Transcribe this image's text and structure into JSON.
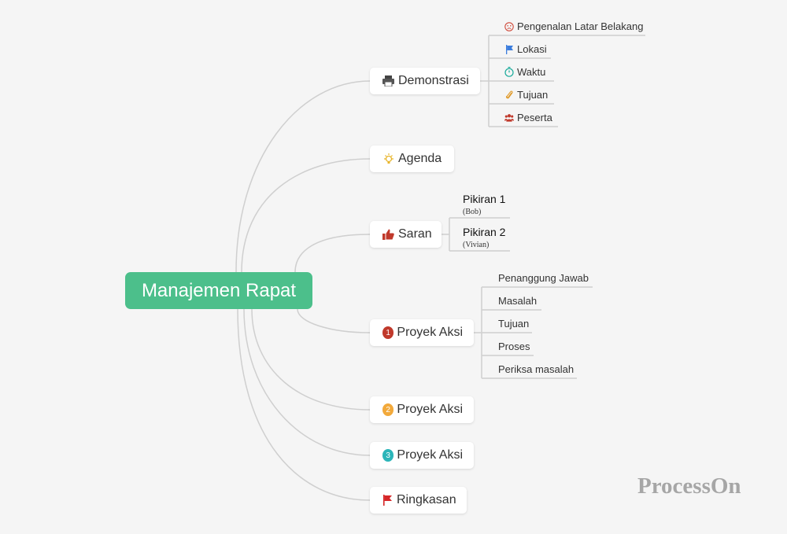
{
  "root": {
    "label": "Manajemen Rapat"
  },
  "branches": [
    {
      "label": "Demonstrasi",
      "icon": "printer-icon"
    },
    {
      "label": "Agenda",
      "icon": "lightbulb-icon"
    },
    {
      "label": "Saran",
      "icon": "thumbs-up-icon"
    },
    {
      "label": "Proyek Aksi",
      "icon": "priority-1-icon",
      "badge": "1",
      "badge_color": "#c0392b"
    },
    {
      "label": "Proyek Aksi",
      "icon": "priority-2-icon",
      "badge": "2",
      "badge_color": "#f2a93b"
    },
    {
      "label": "Proyek Aksi",
      "icon": "priority-3-icon",
      "badge": "3",
      "badge_color": "#2bb5b9"
    },
    {
      "label": "Ringkasan",
      "icon": "red-flag-icon"
    }
  ],
  "demonstrasi_items": [
    {
      "label": "Pengenalan Latar Belakang",
      "icon": "sad-face-icon"
    },
    {
      "label": "Lokasi",
      "icon": "blue-flag-icon"
    },
    {
      "label": "Waktu",
      "icon": "stopwatch-icon"
    },
    {
      "label": "Tujuan",
      "icon": "paperclip-icon"
    },
    {
      "label": "Peserta",
      "icon": "people-icon"
    }
  ],
  "saran_items": [
    {
      "title": "Pikiran 1",
      "author": "(Bob)"
    },
    {
      "title": "Pikiran 2",
      "author": "(Vivian)"
    }
  ],
  "proyek_items": [
    {
      "label": "Penanggung Jawab"
    },
    {
      "label": "Masalah"
    },
    {
      "label": "Tujuan"
    },
    {
      "label": "Proses"
    },
    {
      "label": "Periksa masalah"
    }
  ],
  "watermark": "ProcessOn",
  "colors": {
    "root": "#4cbf8b",
    "connector": "#cccccc"
  }
}
